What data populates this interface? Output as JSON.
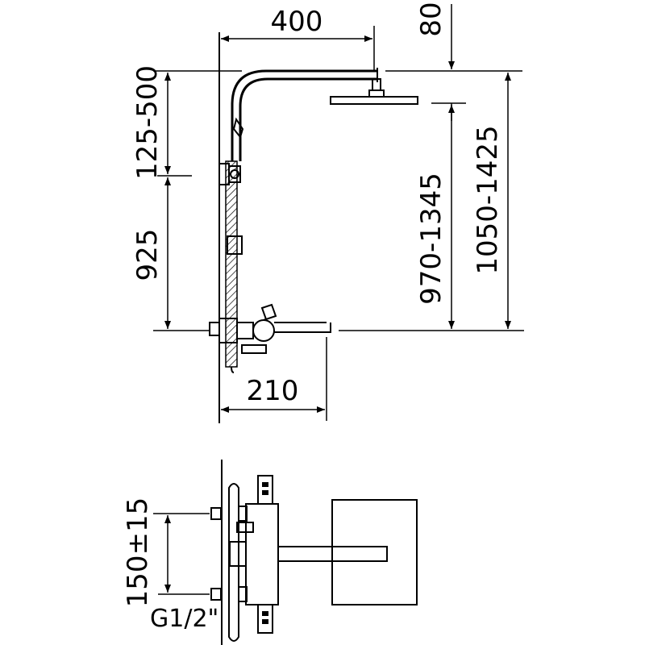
{
  "dimensions": {
    "arm_length": "400",
    "head_offset": "80",
    "head_adjust": "125-500",
    "outlet_height": "925",
    "shower_height": "970-1345",
    "total_height": "1050-1425",
    "spout_length": "210",
    "inlet_spacing": "150±15",
    "thread": "G1/2\""
  }
}
